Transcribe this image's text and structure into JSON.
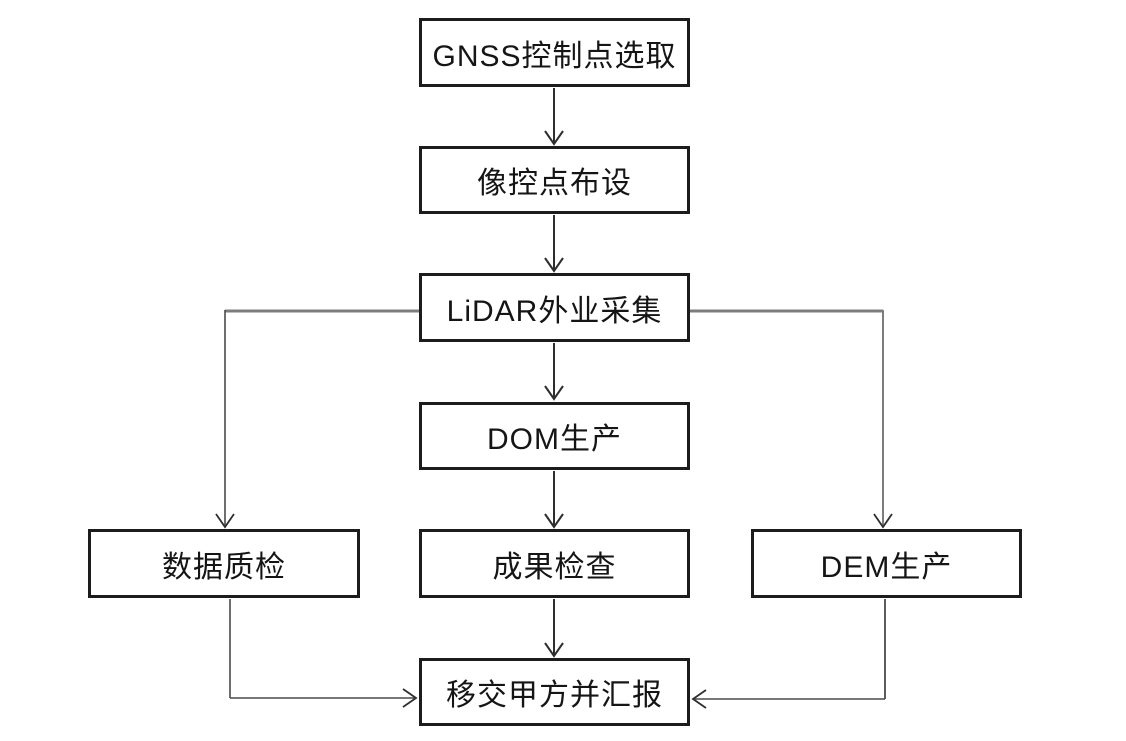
{
  "diagram": {
    "type": "flowchart",
    "description": "LiDAR surveying production workflow flowchart",
    "nodes": [
      {
        "id": "gnss",
        "label": "GNSS控制点选取"
      },
      {
        "id": "image-control",
        "label": "像控点布设"
      },
      {
        "id": "lidar",
        "label": "LiDAR外业采集"
      },
      {
        "id": "dom",
        "label": "DOM生产"
      },
      {
        "id": "data-qc",
        "label": "数据质检"
      },
      {
        "id": "result-check",
        "label": "成果检查"
      },
      {
        "id": "dem",
        "label": "DEM生产"
      },
      {
        "id": "handover",
        "label": "移交甲方并汇报"
      }
    ],
    "edges": [
      {
        "from": "GNSS控制点选取",
        "to": "像控点布设"
      },
      {
        "from": "像控点布设",
        "to": "LiDAR外业采集"
      },
      {
        "from": "LiDAR外业采集",
        "to": "DOM生产"
      },
      {
        "from": "LiDAR外业采集",
        "to": "数据质检"
      },
      {
        "from": "LiDAR外业采集",
        "to": "DEM生产"
      },
      {
        "from": "DOM生产",
        "to": "成果检查"
      },
      {
        "from": "成果检查",
        "to": "移交甲方并汇报"
      },
      {
        "from": "数据质检",
        "to": "移交甲方并汇报"
      },
      {
        "from": "DEM生产",
        "to": "移交甲方并汇报"
      }
    ],
    "colors": {
      "background": "#ffffff",
      "box_border": "#1c1c1c",
      "text": "#151515",
      "arrow_dark": "#2e2e2e",
      "arrow_mid": "#4a4a4a",
      "arrow_gray": "#7d7d7d"
    }
  }
}
